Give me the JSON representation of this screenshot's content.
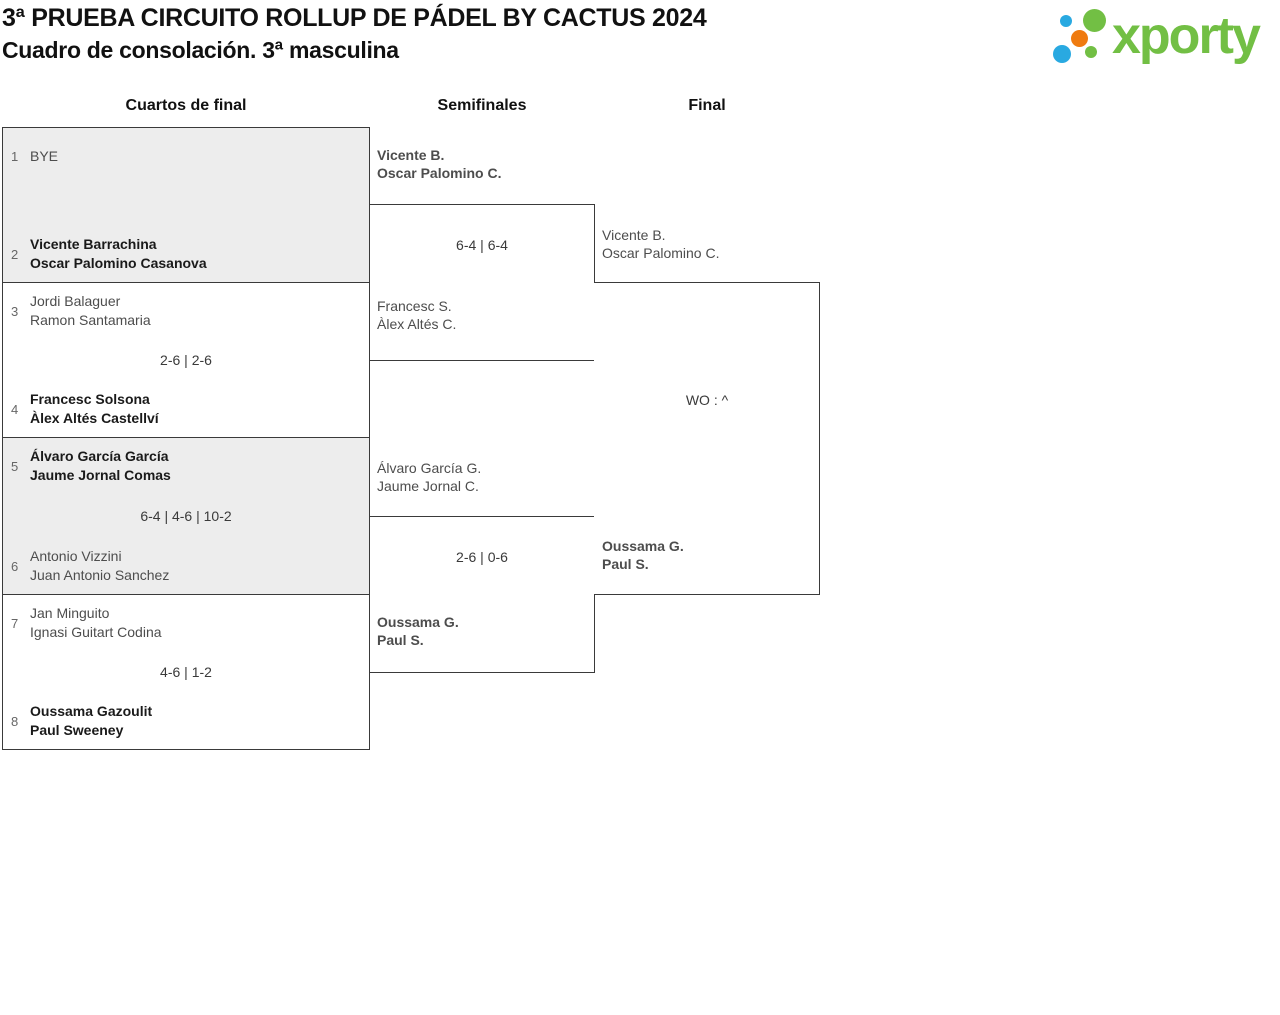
{
  "page": {
    "title": "3ª PRUEBA CIRCUITO ROLLUP DE PÁDEL BY CACTUS 2024",
    "subtitle": "Cuadro de consolación. 3ª masculina"
  },
  "logo": {
    "text": "xporty",
    "green": "#72bf44",
    "blue": "#29a9e1",
    "orange": "#ef7b10"
  },
  "rounds": [
    {
      "label": "Cuartos de final"
    },
    {
      "label": "Semifinales"
    },
    {
      "label": "Final"
    }
  ],
  "quarterfinals": [
    {
      "top": {
        "seed": "1",
        "line1": "BYE",
        "line2": "",
        "winner": false
      },
      "score": "",
      "bottom": {
        "seed": "2",
        "line1": "Vicente Barrachina",
        "line2": "Oscar Palomino Casanova",
        "winner": true
      }
    },
    {
      "top": {
        "seed": "3",
        "line1": "Jordi Balaguer",
        "line2": "Ramon Santamaria",
        "winner": false
      },
      "score": "2-6 | 2-6",
      "bottom": {
        "seed": "4",
        "line1": "Francesc Solsona",
        "line2": "Àlex Altés Castellví",
        "winner": true
      }
    },
    {
      "top": {
        "seed": "5",
        "line1": "Álvaro García García",
        "line2": "Jaume Jornal Comas",
        "winner": true
      },
      "score": "6-4 | 4-6 | 10-2",
      "bottom": {
        "seed": "6",
        "line1": "Antonio Vizzini",
        "line2": "Juan Antonio Sanchez",
        "winner": false
      }
    },
    {
      "top": {
        "seed": "7",
        "line1": "Jan Minguito",
        "line2": "Ignasi Guitart Codina",
        "winner": false
      },
      "score": "4-6 | 1-2",
      "bottom": {
        "seed": "8",
        "line1": "Oussama Gazoulit",
        "line2": "Paul Sweeney",
        "winner": true
      }
    }
  ],
  "semifinals": [
    {
      "top": {
        "line1": "Vicente B.",
        "line2": "Oscar Palomino C.",
        "winner": true
      },
      "score": "6-4 | 6-4",
      "bottom": {
        "line1": "Francesc S.",
        "line2": "Àlex Altés C.",
        "winner": false
      }
    },
    {
      "top": {
        "line1": "Álvaro García G.",
        "line2": "Jaume Jornal C.",
        "winner": false
      },
      "score": "2-6 | 0-6",
      "bottom": {
        "line1": "Oussama G.",
        "line2": "Paul S.",
        "winner": true
      }
    }
  ],
  "final": {
    "top": {
      "line1": "Vicente B.",
      "line2": "Oscar Palomino C.",
      "winner": false
    },
    "score": "WO : ^",
    "bottom": {
      "line1": "Oussama G.",
      "line2": "Paul S.",
      "winner": true
    }
  },
  "colors": {
    "box_fill_alt": "#ededed",
    "border": "#3a3a3a",
    "name_winner": "#1a1a1a",
    "name_loser": "#4d4d4d",
    "seed": "#666666",
    "score": "#3a3a3a"
  }
}
